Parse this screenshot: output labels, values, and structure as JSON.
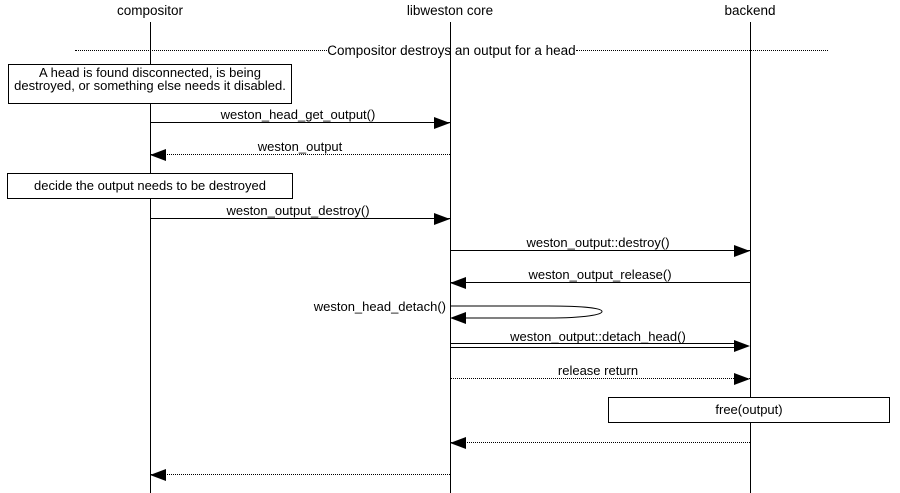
{
  "title": "Compositor destroys an output for a head",
  "colors": {
    "line": "#000000",
    "background": "#ffffff"
  },
  "actors": [
    {
      "label": "compositor"
    },
    {
      "label": "libweston core"
    },
    {
      "label": "backend"
    }
  ],
  "notes": {
    "head_disconnected": "A head is found disconnected, is being destroyed, or something else needs it disabled.",
    "decide_destroy": "decide the output needs to be destroyed",
    "free_output": "free(output)"
  },
  "messages": [
    {
      "label": "weston_head_get_output()",
      "from": "compositor",
      "to": "libweston core",
      "line": "solid"
    },
    {
      "label": "weston_output",
      "from": "libweston core",
      "to": "compositor",
      "line": "dotted"
    },
    {
      "label": "weston_output_destroy()",
      "from": "compositor",
      "to": "libweston core",
      "line": "solid"
    },
    {
      "label": "weston_output::destroy()",
      "from": "libweston core",
      "to": "backend",
      "line": "solid"
    },
    {
      "label": "weston_output_release()",
      "from": "backend",
      "to": "libweston core",
      "line": "solid"
    },
    {
      "label": "weston_head_detach()",
      "from": "libweston core",
      "to": "libweston core",
      "line": "self"
    },
    {
      "label": "weston_output::detach_head()",
      "from": "libweston core",
      "to": "backend",
      "line": "double"
    },
    {
      "label": "release return",
      "from": "libweston core",
      "to": "backend",
      "line": "dotted"
    },
    {
      "label": "",
      "from": "backend",
      "to": "libweston core",
      "line": "dotted"
    },
    {
      "label": "",
      "from": "libweston core",
      "to": "compositor",
      "line": "dotted"
    }
  ]
}
